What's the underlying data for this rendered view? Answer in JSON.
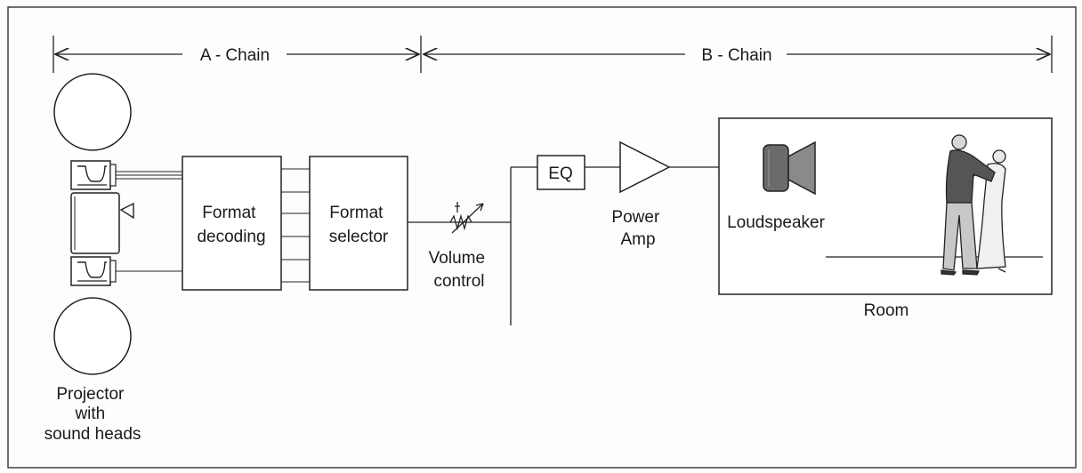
{
  "chains": {
    "a_label": "A - Chain",
    "b_label": "B - Chain"
  },
  "blocks": {
    "format_decoding": [
      "Format",
      "decoding"
    ],
    "format_selector": [
      "Format",
      "selector"
    ],
    "eq": "EQ"
  },
  "labels": {
    "volume_control": [
      "Volume",
      "control"
    ],
    "power_amp": [
      "Power",
      "Amp"
    ],
    "loudspeaker": "Loudspeaker",
    "room": "Room",
    "projector": [
      "Projector",
      "with",
      "sound heads"
    ]
  },
  "icons": {
    "reels": "film-reel-icon",
    "sound_head": "sound-head-icon",
    "projector_lamp": "projector-lamp-icon",
    "variable_resistor": "variable-resistor-icon",
    "amplifier": "amplifier-triangle-icon",
    "loudspeaker": "loudspeaker-icon",
    "dancers": "dancing-couple-icon"
  },
  "colors": {
    "line": "#222222",
    "background": "#fdfdfb",
    "speaker_body": "#6b6b6b",
    "speaker_cone": "#8a8a8a"
  }
}
